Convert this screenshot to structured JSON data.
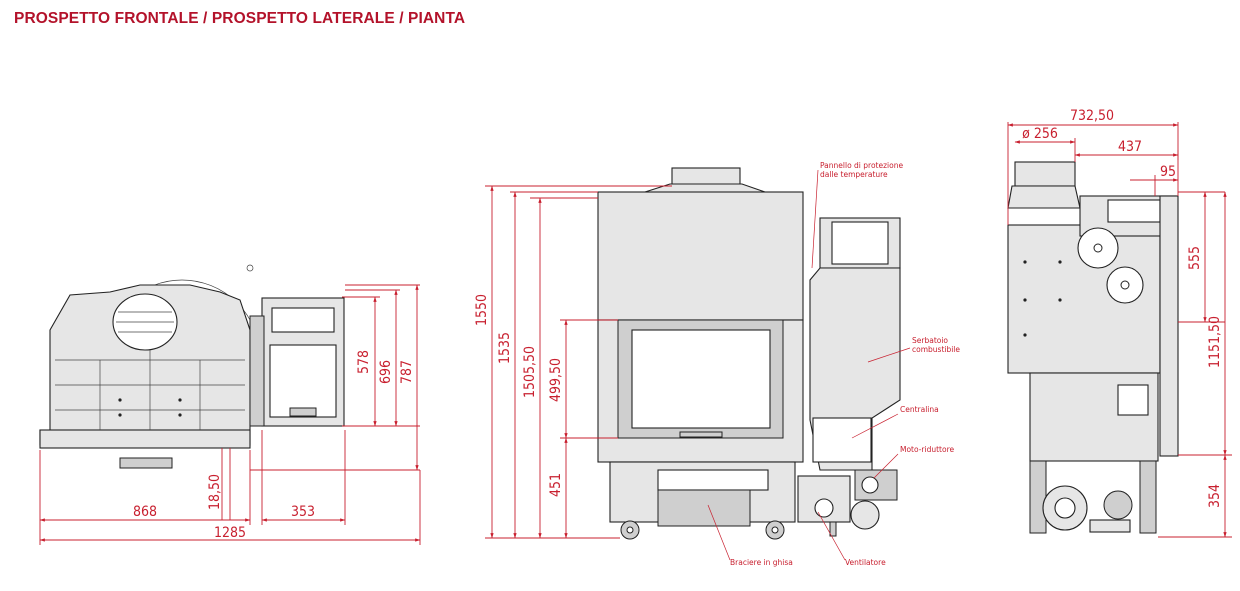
{
  "title": "PROSPETTO FRONTALE / PROSPETTO LATERALE / PIANTA",
  "colors": {
    "title": "#b3122a",
    "dimension": "#c8202f",
    "line": "#222222",
    "fill": "#e6e6e6"
  },
  "views": {
    "left": {
      "dims": {
        "d578": "578",
        "d696": "696",
        "d787": "787",
        "d1850": "18,50",
        "d868": "868",
        "d353": "353",
        "d1285": "1285"
      }
    },
    "front": {
      "dims": {
        "d1550": "1550",
        "d1535": "1535",
        "d150550": "1505,50",
        "d49950": "499,50",
        "d451": "451"
      },
      "labels": {
        "pannello_1": "Pannello di protezione",
        "pannello_2": "dalle temperature",
        "serbatoio_1": "Serbatoio",
        "serbatoio_2": "combustibile",
        "centralina": "Centralina",
        "moto": "Moto-riduttore",
        "braciere": "Braciere in ghisa",
        "ventilatore": "Ventilatore"
      }
    },
    "side": {
      "dims": {
        "d73250": "732,50",
        "d256": "ø 256",
        "d437": "437",
        "d95": "95",
        "d555": "555",
        "d115150": "1151,50",
        "d354": "354"
      }
    }
  }
}
